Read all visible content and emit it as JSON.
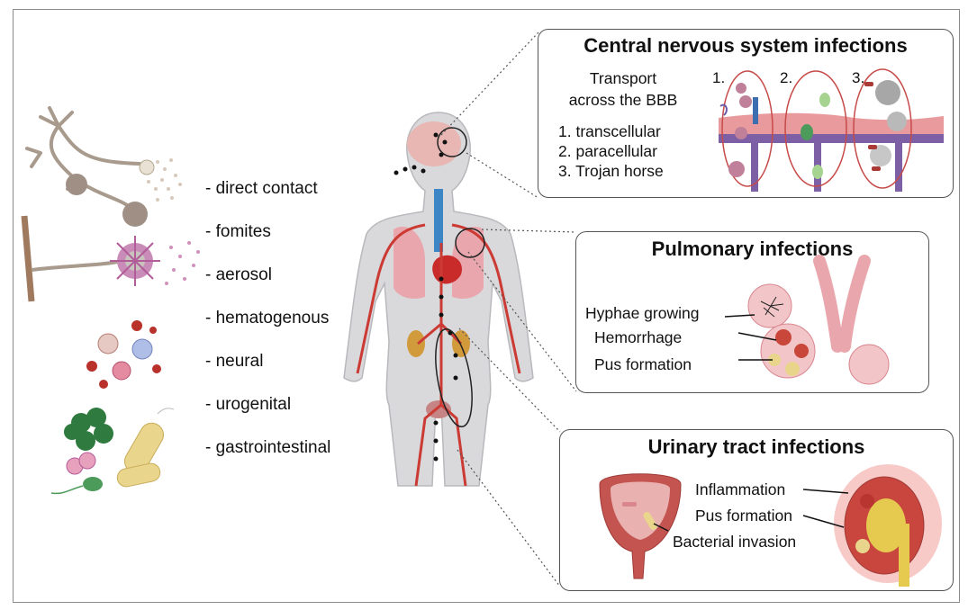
{
  "routes": {
    "items": [
      "- direct contact",
      "- fomites",
      "- aerosol",
      "- hematogenous",
      "- neural",
      "- urogenital",
      "- gastrointestinal"
    ]
  },
  "cns_panel": {
    "title": "Central nervous system infections",
    "heading_line1": "Transport",
    "heading_line2": "across the BBB",
    "list": [
      "1. transcellular",
      "2. paracellular",
      "3. Trojan horse"
    ],
    "markers": [
      "1.",
      "2.",
      "3."
    ]
  },
  "pulmonary_panel": {
    "title": "Pulmonary infections",
    "labels": [
      "Hyphae growing",
      "Hemorrhage",
      "Pus formation"
    ]
  },
  "urinary_panel": {
    "title": "Urinary tract infections",
    "labels": [
      "Inflammation",
      "Pus formation",
      "Bacterial invasion"
    ]
  },
  "colors": {
    "vessel_red": "#cc3a34",
    "body_gray": "#d9d9dc",
    "lung_pink": "#e9a7ad",
    "cell_pink": "#d9868f",
    "bbb_purple": "#7d5fa5",
    "pathogen_purple": "#b55a98",
    "bacteria_green": "#4c9b5a",
    "bacteria_yellow": "#ead58c"
  }
}
